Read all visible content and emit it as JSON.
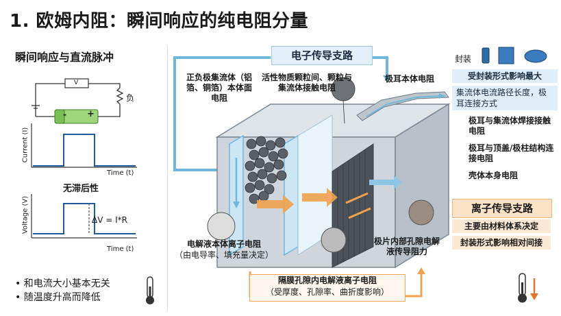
{
  "title": "1. 欧姆内阻：瞬间响应的纯电阻分量",
  "left_panel": {
    "heading": "瞬间响应与直流脉冲",
    "circuit": {
      "meter_label": "V",
      "load_label": "负",
      "minus_sign": "-",
      "plus_sign": "+"
    },
    "current_chart": {
      "ylabel": "Current (I)",
      "xlabel": "Time (t)"
    },
    "hysteresis_label": "无滞后性",
    "voltage_chart": {
      "ylabel": "Voltage (V)",
      "xlabel": "Time (t)",
      "annotation": "ΔV = I*R"
    },
    "bullets": [
      "和电流大小基本无关",
      "随温度升高而降低"
    ]
  },
  "electron_branch": {
    "title": "电子传导支路"
  },
  "packaging": {
    "label": "封装",
    "impact_max": "受封装形式影响最大",
    "detail": "集流体电流路径长度，极耳连接方式"
  },
  "labels": {
    "collector": "正负极集流体（铝箔、铜箔）本体面电阻",
    "particle_contact": "活性物质颗粒间、颗粒与集流体接触电阻",
    "tab_body": "极耳本体电阻",
    "tab_weld": "极耳与集流体焊接接触电阻",
    "tab_terminal": "极耳与顶盖/极柱结构连接电阻",
    "shell": "壳体本身电阻",
    "electrolyte": "电解液本体离子电阻",
    "electrolyte_sub": "（由电导率、填充量决定）",
    "pore": "极片内部孔隙电解液传导阻力"
  },
  "ion_branch": {
    "title": "离子传导支路",
    "material": "主要由材料体系决定",
    "packaging_effect": "封装形式影响相对间接"
  },
  "separator": {
    "label": "隔膜孔隙内电解液离子电阻",
    "sub": "（受厚度、孔隙率、曲折度影响）"
  },
  "chart_data": [
    {
      "type": "line",
      "title": "",
      "xlabel": "Time (t)",
      "ylabel": "Current (I)",
      "series": [
        {
          "x": [
            0,
            3,
            3,
            6,
            6,
            10
          ],
          "y": [
            0,
            0,
            1,
            1,
            0,
            0
          ]
        }
      ]
    },
    {
      "type": "line",
      "title": "",
      "xlabel": "Time (t)",
      "ylabel": "Voltage (V)",
      "series": [
        {
          "x": [
            0,
            3,
            3,
            6,
            6,
            10
          ],
          "y": [
            0,
            0,
            1,
            1,
            0,
            0
          ]
        }
      ]
    }
  ],
  "colors": {
    "electron_blue": "#6fb7dd",
    "ion_orange": "#f0a24e",
    "trace_blue": "#1f5b9a"
  }
}
